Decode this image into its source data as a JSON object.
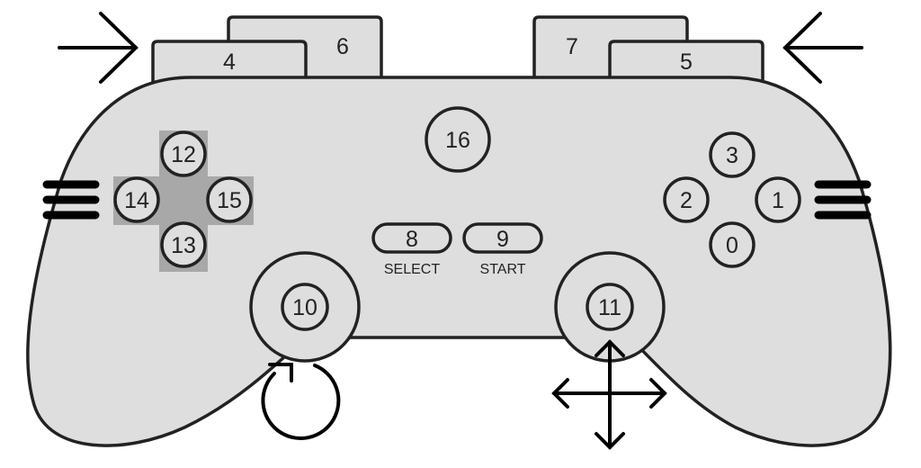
{
  "colors": {
    "body_fill": "#dedede",
    "outline": "#222222",
    "dpad_fill": "#a8a8a8",
    "ink": "#000000"
  },
  "controller": {
    "bumpers": {
      "left": "4",
      "right": "5"
    },
    "triggers": {
      "left": "6",
      "right": "7"
    },
    "center": "16",
    "select": {
      "number": "8",
      "caption": "SELECT"
    },
    "start": {
      "number": "9",
      "caption": "START"
    },
    "sticks": {
      "left": "10",
      "right": "11"
    },
    "dpad": {
      "up": "12",
      "down": "13",
      "left": "14",
      "right": "15"
    },
    "face": {
      "top": "3",
      "left": "2",
      "right": "1",
      "bottom": "0"
    }
  },
  "icons": {
    "left_arrow": "arrow-right-icon",
    "right_arrow": "arrow-left-icon",
    "left_grip": "grip-lines-icon",
    "right_grip": "grip-lines-icon",
    "rotate": "rotate-icon",
    "move": "move-arrows-icon"
  }
}
